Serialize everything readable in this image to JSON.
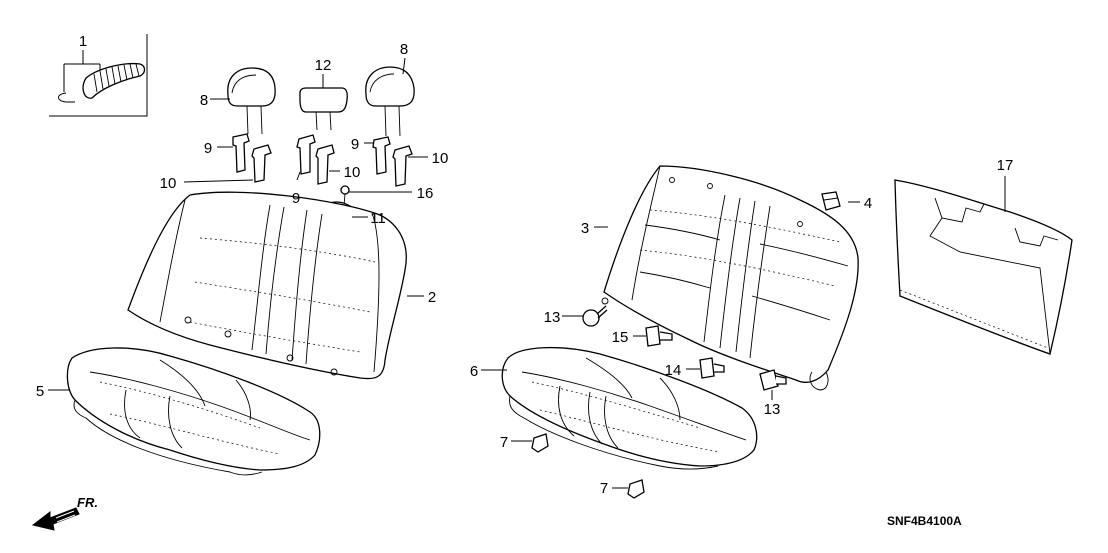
{
  "diagram_code": "SNF4B4100A",
  "direction_label": "FR.",
  "callouts": {
    "c1": "1",
    "c2": "2",
    "c3": "3",
    "c4": "4",
    "c5": "5",
    "c6": "6",
    "c7a": "7",
    "c7b": "7",
    "c8a": "8",
    "c8b": "8",
    "c9a": "9",
    "c9b": "9",
    "c9c": "9",
    "c10a": "10",
    "c10b": "10",
    "c10c": "10",
    "c11": "11",
    "c12": "12",
    "c13a": "13",
    "c13b": "13",
    "c14": "14",
    "c15": "15",
    "c16": "16",
    "c17": "17"
  }
}
